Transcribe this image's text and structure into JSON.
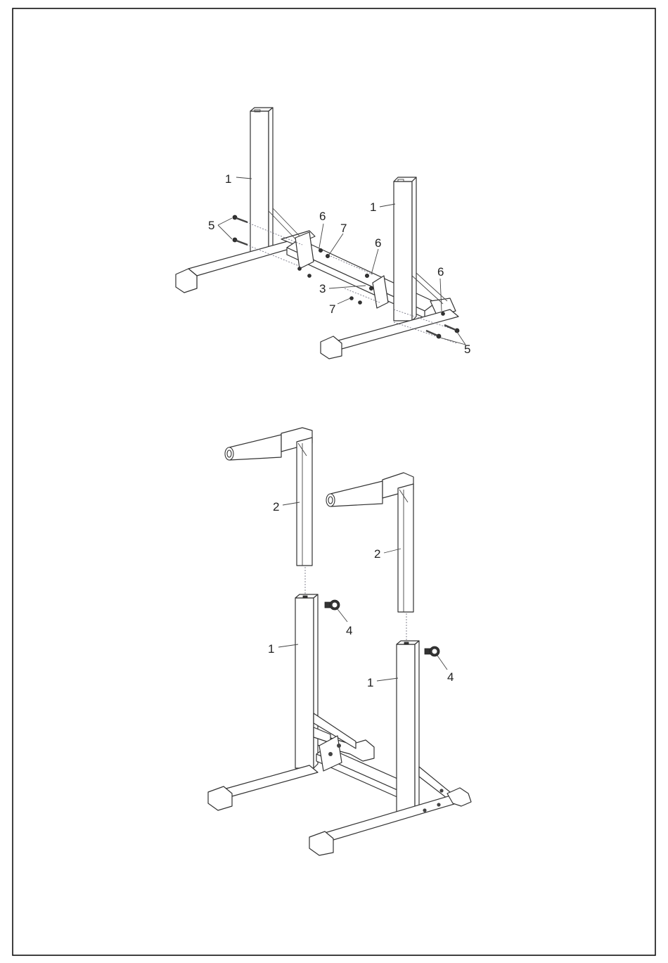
{
  "figure_top": {
    "callouts": {
      "upright_left": "1",
      "upright_right": "1",
      "crossbar": "3",
      "bolts_left": "5",
      "bolts_right": "5",
      "washer_a": "6",
      "washer_b": "6",
      "washer_c": "6",
      "nut_a": "7",
      "nut_b": "7"
    }
  },
  "figure_bottom": {
    "callouts": {
      "handle_left": "2",
      "handle_right": "2",
      "upright_left": "1",
      "upright_right": "1",
      "knob_left": "4",
      "knob_right": "4"
    }
  }
}
